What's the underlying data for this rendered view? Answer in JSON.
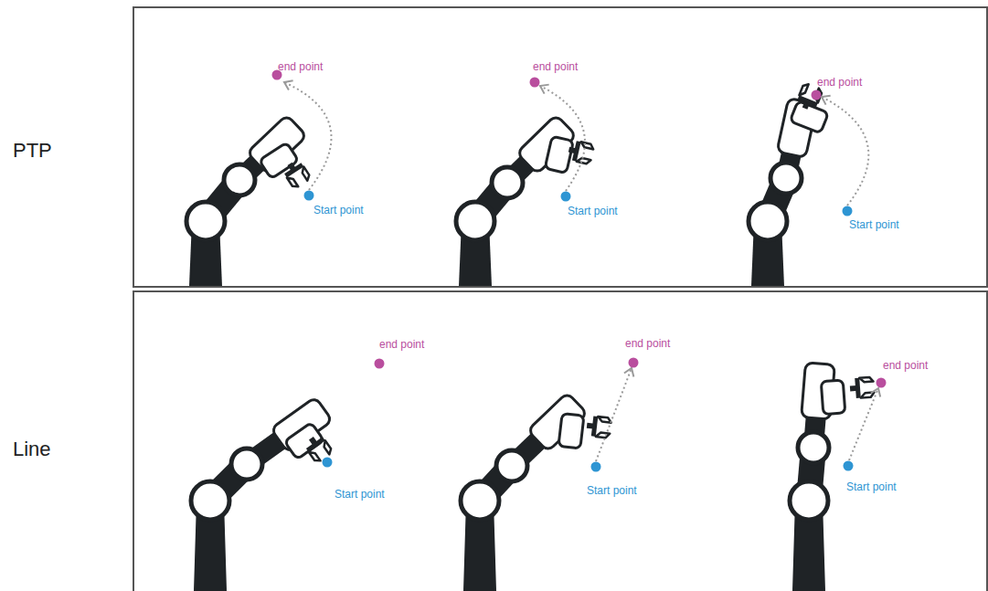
{
  "diagram": {
    "nodes": [
      {
        "text": [
          "PTP"
        ]
      },
      {
        "text": [
          "Line"
        ]
      }
    ],
    "labels": [
      "end point",
      "Start point",
      "end point",
      "Start point",
      "end point",
      "Start point",
      "end point",
      "Start point",
      "end point",
      "Start point",
      "end point",
      "Start point"
    ]
  }
}
